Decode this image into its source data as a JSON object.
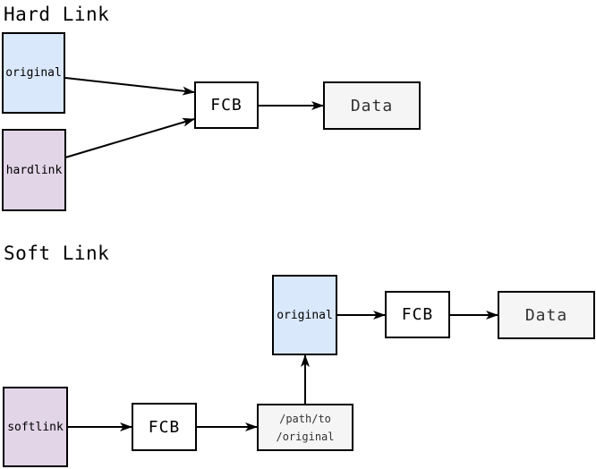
{
  "hard_link": {
    "title": "Hard Link",
    "original_label": "original",
    "hardlink_label": "hardlink",
    "fcb_label": "FCB",
    "data_label": "Data"
  },
  "soft_link": {
    "title": "Soft Link",
    "softlink_label": "softlink",
    "fcb_label": "FCB",
    "path_lines": [
      "/path/to",
      "/original"
    ],
    "original_label": "original",
    "fcb2_label": "FCB",
    "data_label": "Data"
  },
  "edges": [
    {
      "from": "hard-link-original",
      "to": "hard-link-fcb"
    },
    {
      "from": "hard-link-hardlink",
      "to": "hard-link-fcb"
    },
    {
      "from": "hard-link-fcb",
      "to": "hard-link-data"
    },
    {
      "from": "soft-link-softlink",
      "to": "soft-link-fcb-1"
    },
    {
      "from": "soft-link-fcb-1",
      "to": "soft-link-path"
    },
    {
      "from": "soft-link-path",
      "to": "soft-link-original"
    },
    {
      "from": "soft-link-original",
      "to": "soft-link-fcb-2"
    },
    {
      "from": "soft-link-fcb-2",
      "to": "soft-link-data"
    }
  ],
  "colors": {
    "node_blue": "#dae8fc",
    "node_purple": "#e1d5e7",
    "node_gray": "#f5f5f5",
    "node_white": "#ffffff",
    "stroke": "#000000",
    "gray_text": "#333333",
    "background": "#ffffff"
  }
}
